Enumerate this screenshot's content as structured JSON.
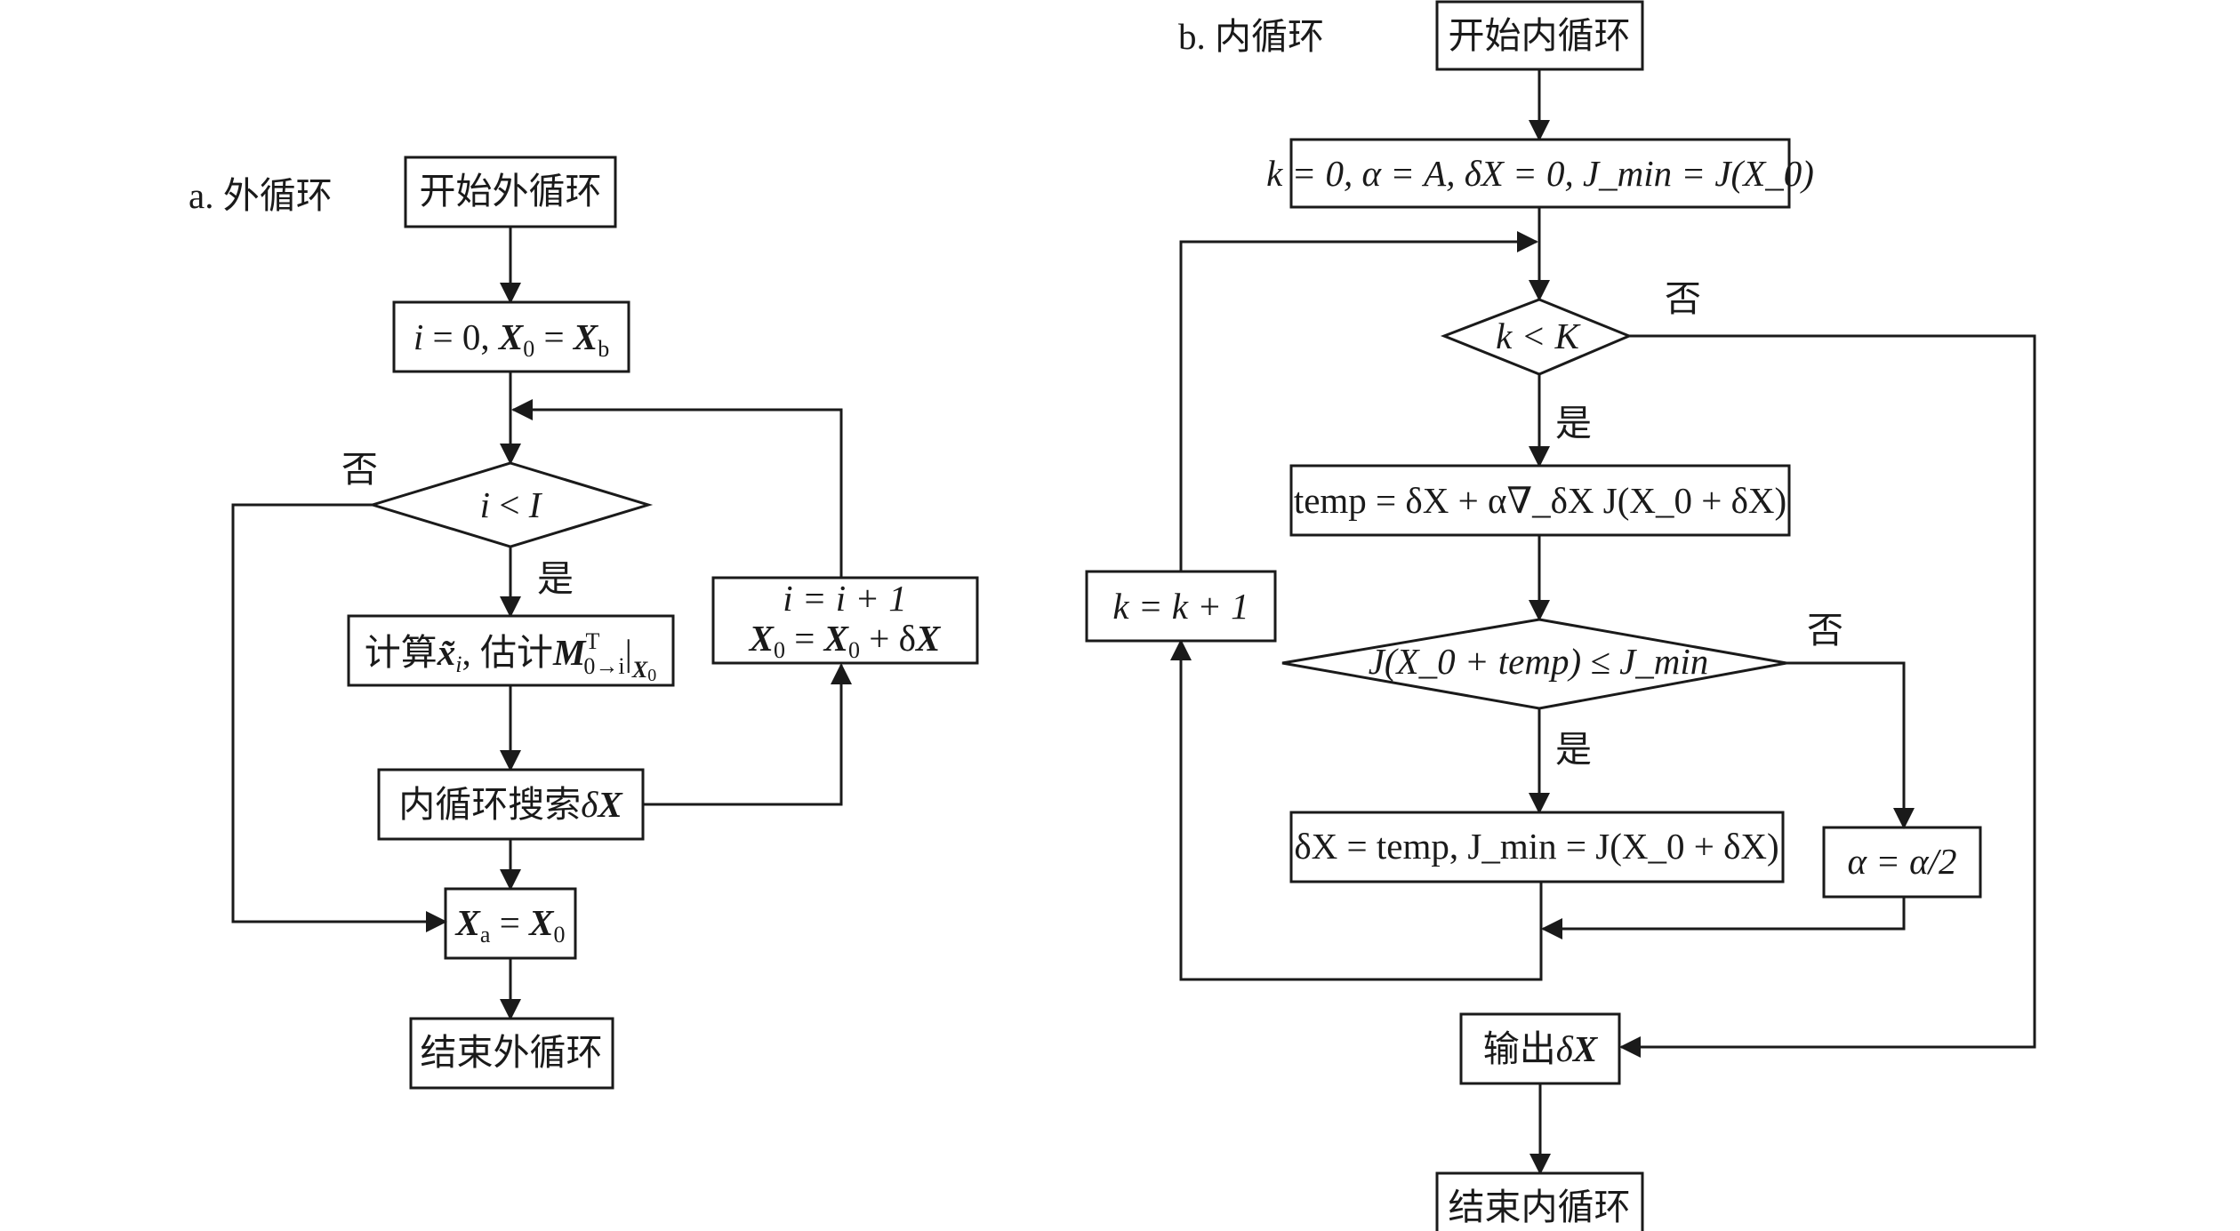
{
  "outer": {
    "caption": "a. 外循环",
    "start": "开始外循环",
    "end": "结束外循环",
    "init": {
      "i_var": "i",
      "eq_zero": " = 0, ",
      "X": "X",
      "sub0": "0",
      "eq": " = ",
      "Xb": "X",
      "subb": "b"
    },
    "cond": {
      "i_var": "i",
      "lt": " < ",
      "I": "I"
    },
    "yes": "是",
    "no": "否",
    "compute": {
      "prefix": "计算",
      "x_tilde": "x̃",
      "sub_i": "i",
      "mid": ", 估计",
      "M": "M",
      "supT": "T",
      "sub_range": "0→i",
      "bar": "|",
      "subX": "X",
      "subX0": "0"
    },
    "search": {
      "prefix": "内循环搜索",
      "delta": "δ",
      "X": "X"
    },
    "update": {
      "line1": "i = i + 1",
      "line2_X": "X",
      "line2_sub": "0",
      "line2_eq": " = ",
      "line2_X2": "X",
      "line2_sub2": "0",
      "line2_plus": " + δ",
      "line2_X3": "X"
    },
    "final": {
      "X": "X",
      "sub_a": "a",
      "eq": " = ",
      "X2": "X",
      "sub0": "0"
    }
  },
  "inner": {
    "caption": "b. 内循环",
    "start": "开始内循环",
    "end": "结束内循环",
    "init": "k = 0, α = A, δX = 0, J_min = J(X_0)",
    "cond": "k < K",
    "yes1": "是",
    "no1": "否",
    "temp": "temp = δX + α∇_δX J(X_0 + δX)",
    "cond2": "J(X_0 + temp) ≤ J_min",
    "yes2": "是",
    "no2": "否",
    "assign": "δX = temp, J_min = J(X_0 + δX)",
    "halve": "α = α/2",
    "incr": "k = k + 1",
    "output": {
      "prefix": "输出",
      "delta": "δ",
      "X": "X"
    }
  }
}
